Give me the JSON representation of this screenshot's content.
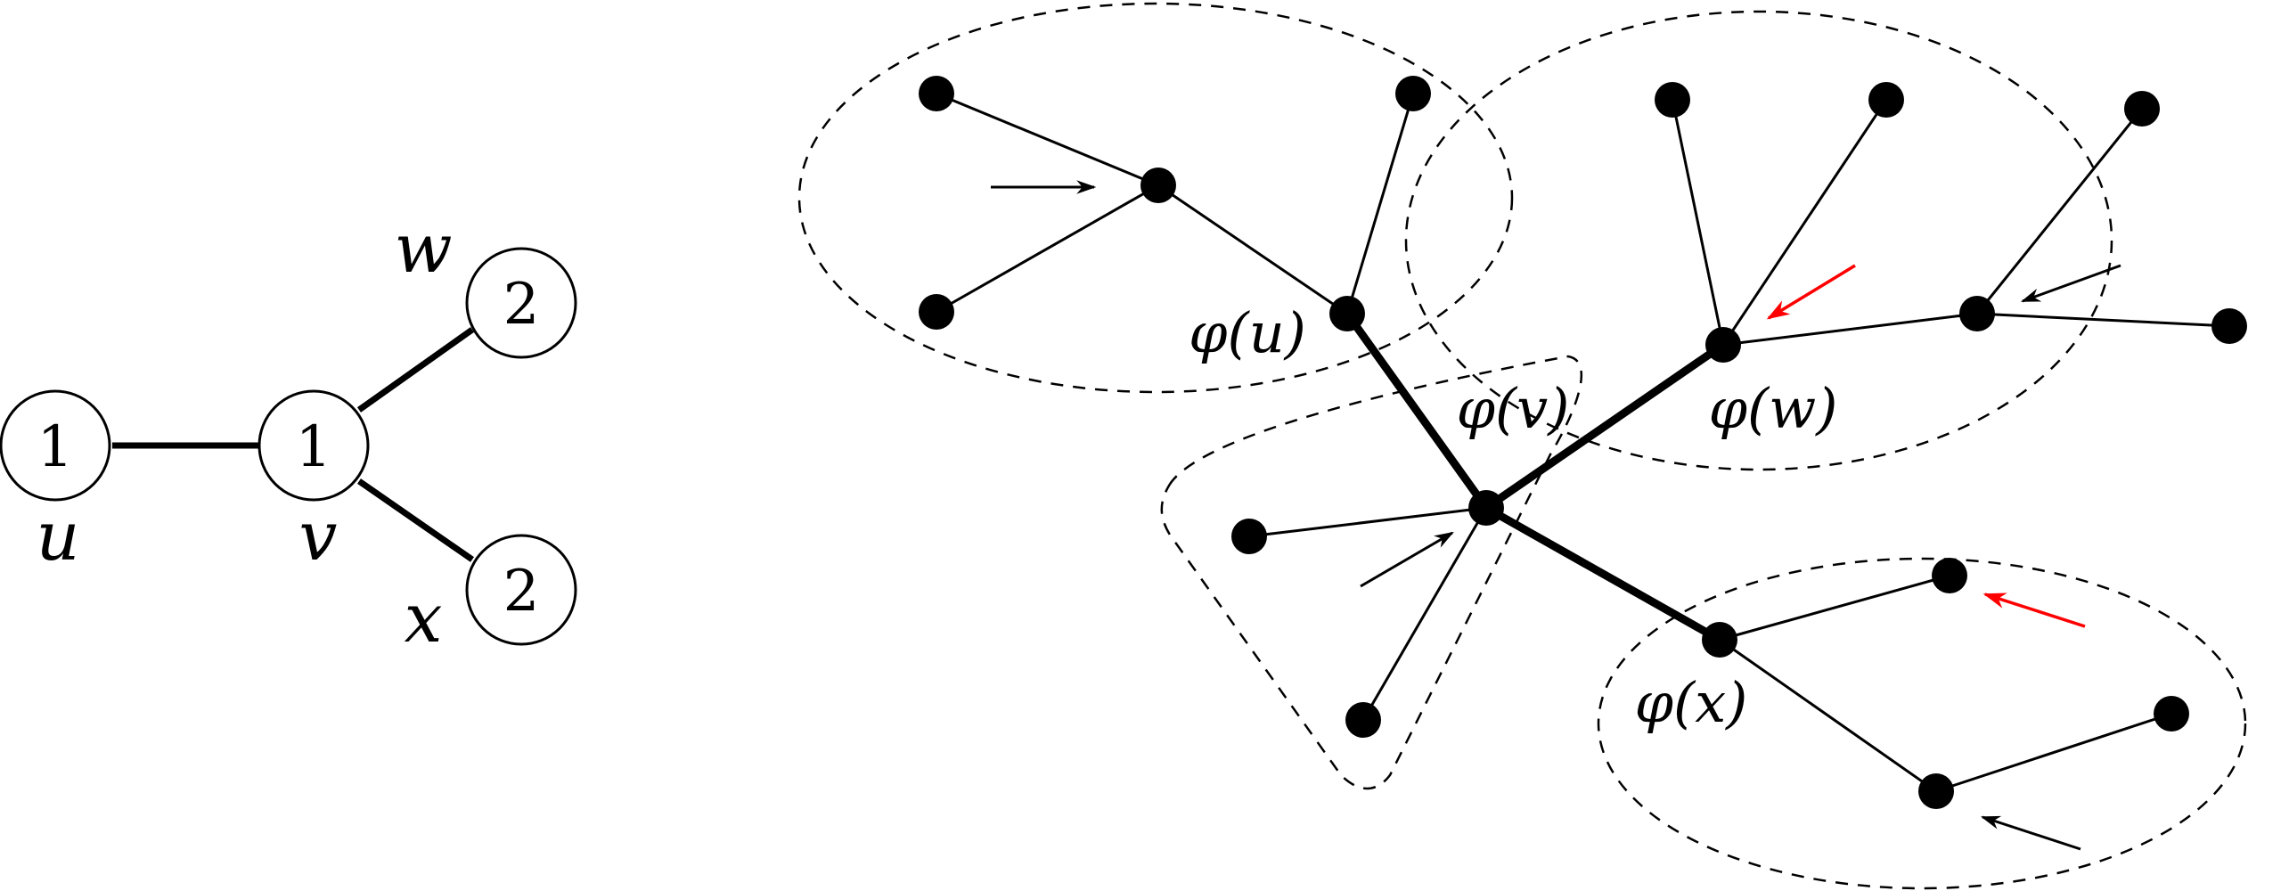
{
  "colors": {
    "ink": "#000000",
    "background": "#ffffff",
    "highlight_arrow": "#ff0000"
  },
  "left_graph": {
    "nodes": [
      {
        "id": "u",
        "label": "u",
        "value": "1"
      },
      {
        "id": "v",
        "label": "v",
        "value": "1"
      },
      {
        "id": "w",
        "label": "w",
        "value": "2"
      },
      {
        "id": "x",
        "label": "x",
        "value": "2"
      }
    ],
    "edges": [
      [
        "u",
        "v"
      ],
      [
        "v",
        "w"
      ],
      [
        "v",
        "x"
      ]
    ]
  },
  "right_graph": {
    "regions": [
      {
        "id": "phi-u",
        "label": "φ(u)"
      },
      {
        "id": "phi-v",
        "label": "φ(v)"
      },
      {
        "id": "phi-w",
        "label": "φ(w)"
      },
      {
        "id": "phi-x",
        "label": "φ(x)"
      }
    ],
    "arrow_colors": [
      "black",
      "black",
      "red",
      "black",
      "red",
      "black"
    ]
  }
}
